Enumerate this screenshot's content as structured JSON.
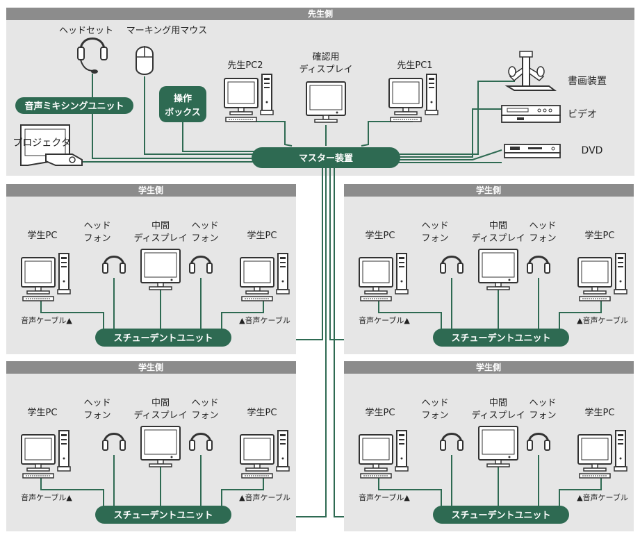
{
  "teacher": {
    "header": "先生側",
    "headset": "ヘッドセット",
    "mouse": "マーキング用マウス",
    "mixing_unit": "音声ミキシングユニット",
    "control_box_line1": "操作",
    "control_box_line2": "ボックス",
    "projector": "プロジェクタ",
    "pc2": "先生PC2",
    "confirm_line1": "確認用",
    "confirm_line2": "ディスプレイ",
    "pc1": "先生PC1",
    "document_camera": "書画装置",
    "video": "ビデオ",
    "dvd": "DVD",
    "master": "マスター装置"
  },
  "student_panels": [
    {
      "header": "学生側",
      "pc_left": "学生PC",
      "headphone_left_line1": "ヘッド",
      "headphone_left_line2": "フォン",
      "middle_line1": "中間",
      "middle_line2": "ディスプレイ",
      "headphone_right_line1": "ヘッド",
      "headphone_right_line2": "フォン",
      "pc_right": "学生PC",
      "cable_left": "音声ケーブル▲",
      "cable_right": "▲音声ケーブル",
      "unit": "スチューデントユニット"
    },
    {
      "header": "学生側",
      "pc_left": "学生PC",
      "headphone_left_line1": "ヘッド",
      "headphone_left_line2": "フォン",
      "middle_line1": "中間",
      "middle_line2": "ディスプレイ",
      "headphone_right_line1": "ヘッド",
      "headphone_right_line2": "フォン",
      "pc_right": "学生PC",
      "cable_left": "音声ケーブル▲",
      "cable_right": "▲音声ケーブル",
      "unit": "スチューデントユニット"
    },
    {
      "header": "学生側",
      "pc_left": "学生PC",
      "headphone_left_line1": "ヘッド",
      "headphone_left_line2": "フォン",
      "middle_line1": "中間",
      "middle_line2": "ディスプレイ",
      "headphone_right_line1": "ヘッド",
      "headphone_right_line2": "フォン",
      "pc_right": "学生PC",
      "cable_left": "音声ケーブル▲",
      "cable_right": "▲音声ケーブル",
      "unit": "スチューデントユニット"
    },
    {
      "header": "学生側",
      "pc_left": "学生PC",
      "headphone_left_line1": "ヘッド",
      "headphone_left_line2": "フォン",
      "middle_line1": "中間",
      "middle_line2": "ディスプレイ",
      "headphone_right_line1": "ヘッド",
      "headphone_right_line2": "フォン",
      "pc_right": "学生PC",
      "cable_left": "音声ケーブル▲",
      "cable_right": "▲音声ケーブル",
      "unit": "スチューデントユニット"
    }
  ],
  "colors": {
    "header_bg": "#8c8c8c",
    "panel_bg": "#e6e6e6",
    "accent": "#2e6a52",
    "line": "#2e6a52",
    "device_stroke": "#333333"
  }
}
